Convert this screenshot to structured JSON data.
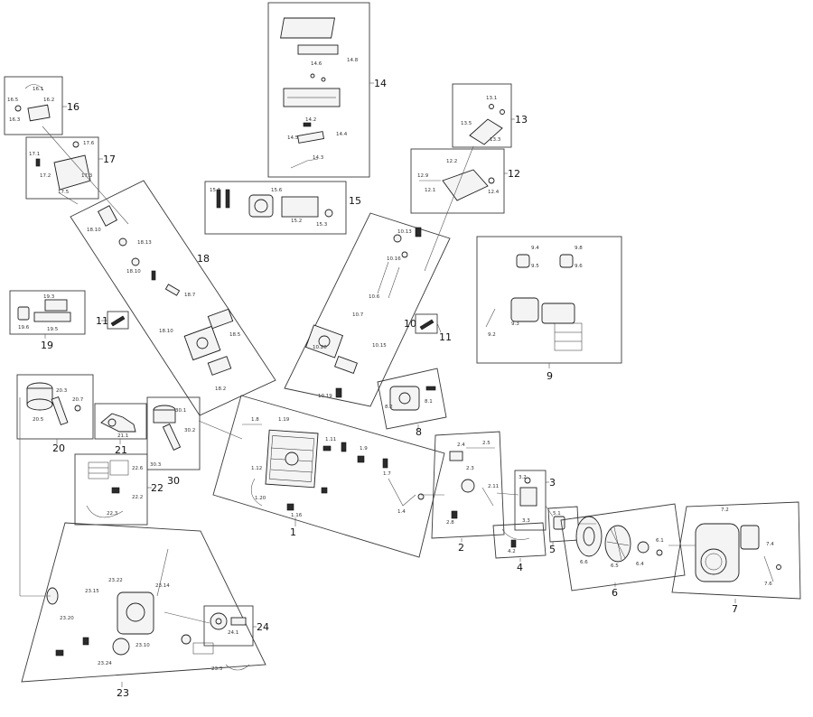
{
  "diagram": {
    "group_numbers": {
      "g1": "1",
      "g2": "2",
      "g3": "3",
      "g4": "4",
      "g5": "5",
      "g6": "6",
      "g7": "7",
      "g8": "8",
      "g9": "9",
      "g10": "10",
      "g11": "11",
      "g12": "12",
      "g13": "13",
      "g14": "14",
      "g15": "15",
      "g16": "16",
      "g17": "17",
      "g18": "18",
      "g19": "19",
      "g20": "20",
      "g21": "21",
      "g22": "22",
      "g23": "23",
      "g24": "24"
    }
  }
}
